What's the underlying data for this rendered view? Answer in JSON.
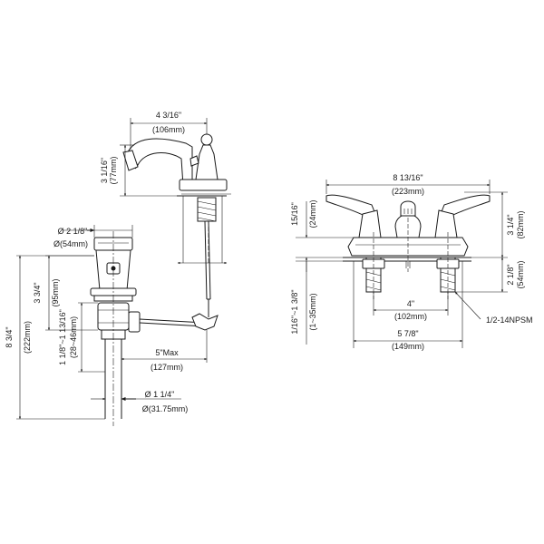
{
  "dimensions": {
    "spout_reach": "4 3/16\"",
    "spout_reach_mm": "(106mm)",
    "spout_height": "3 1/16\"",
    "spout_height_mm": "(77mm)",
    "drain_flange_dia": "Ø 2 1/8\"",
    "drain_flange_dia_mm": "Ø(54mm)",
    "total_height": "8 3/4\"",
    "total_height_mm": "(222mm)",
    "drain_body_height": "3 3/4\"",
    "drain_body_height_mm": "(95mm)",
    "tail_adjust": "1 1/8\"~1 13/16\"",
    "tail_adjust_mm": "(28~46mm)",
    "lift_rod_max": "5\"Max",
    "lift_rod_max_mm": "(127mm)",
    "tailpiece_dia": "Ø 1 1/4\"",
    "tailpiece_dia_mm": "Ø(31.75mm)",
    "overall_width": "8 13/16\"",
    "overall_width_mm": "(223mm)",
    "handle_height": "3 1/4\"",
    "handle_height_mm": "(82mm)",
    "base_height": "15/16\"",
    "base_height_mm": "(24mm)",
    "shank_length": "2 1/8\"",
    "shank_length_mm": "(54mm)",
    "counter_thickness": "1/16\"~1 3/8\"",
    "counter_thickness_mm": "(1~35mm)",
    "center_spacing": "4\"",
    "center_spacing_mm": "(102mm)",
    "base_width": "5 7/8\"",
    "base_width_mm": "(149mm)",
    "thread_spec": "1/2-14NPSM"
  },
  "colors": {
    "line": "#1a1a1a",
    "background": "#ffffff"
  }
}
